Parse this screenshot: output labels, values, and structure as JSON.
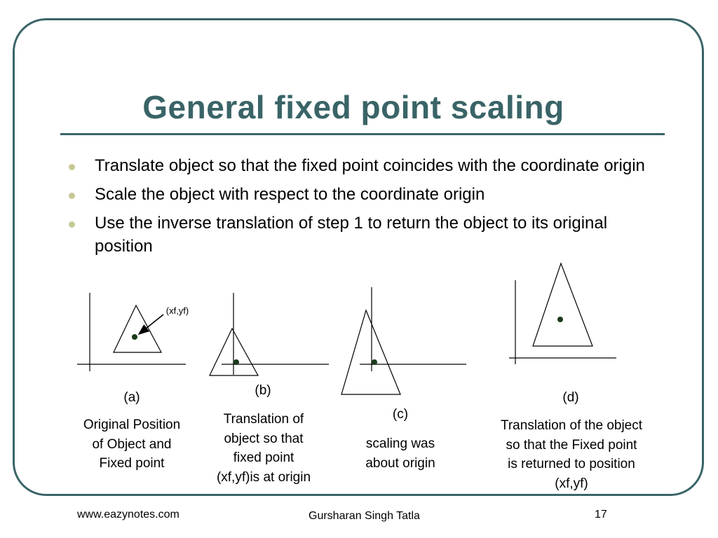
{
  "title": "General fixed point scaling",
  "bullets": [
    "Translate object so that the fixed point coincides with the coordinate origin",
    "Scale the object with respect to the coordinate origin",
    "Use the inverse translation of step 1 to return the object to its original position"
  ],
  "figure_a": {
    "point_label": "(xf,yf)",
    "tag": "(a)",
    "caption": [
      "Original Position",
      "of Object and",
      "Fixed point"
    ]
  },
  "figure_b": {
    "tag": "(b)",
    "caption": [
      "Translation of",
      "object so that",
      "fixed point",
      "(xf,yf)is at origin"
    ]
  },
  "figure_c": {
    "tag": "(c)",
    "caption": [
      "scaling was",
      "about origin"
    ]
  },
  "figure_d": {
    "tag": "(d)",
    "caption": [
      "Translation of the object",
      "so that the Fixed point",
      "is returned to position",
      "(xf,yf)"
    ]
  },
  "footer": {
    "website": "www.eazynotes.com",
    "author": "Gursharan Singh Tatla",
    "page_number": "17"
  },
  "colors": {
    "accent": "#3a6467",
    "bullet": "#c8c896",
    "point": "#1a3a1a"
  }
}
